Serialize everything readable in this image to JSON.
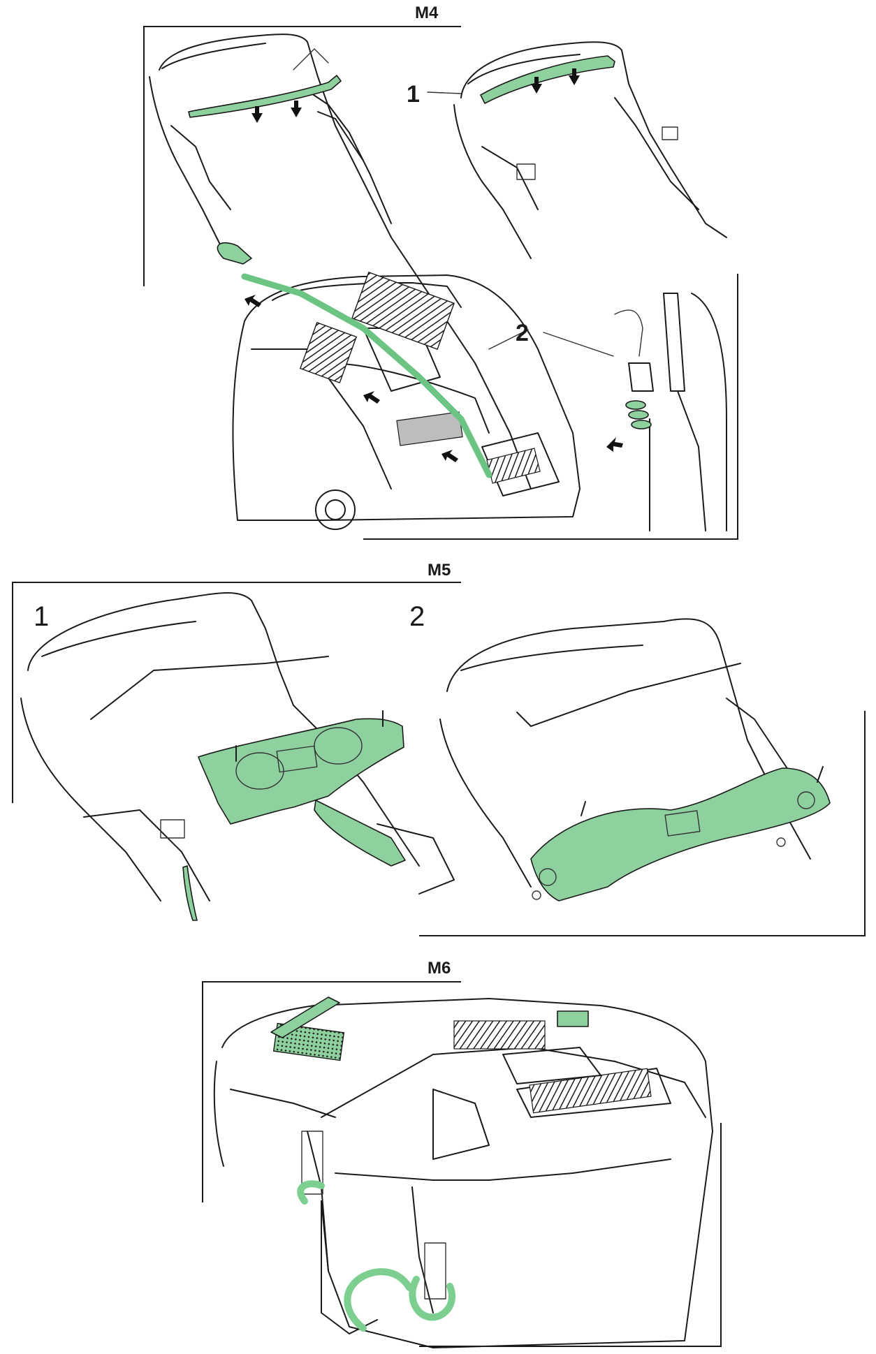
{
  "sections": [
    {
      "id": "M4",
      "title": "M4",
      "callouts": [
        "1",
        "2"
      ]
    },
    {
      "id": "M5",
      "title": "M5",
      "step_labels": [
        "1",
        "2"
      ]
    },
    {
      "id": "M6",
      "title": "M6"
    }
  ],
  "colors": {
    "highlight": "#8fd19e",
    "line": "#1a1a1a",
    "background": "#ffffff"
  }
}
